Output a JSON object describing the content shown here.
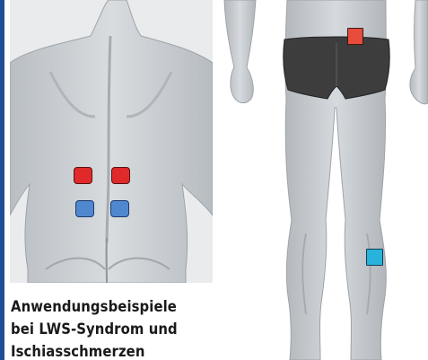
{
  "caption": {
    "line1": "Anwendungsbeispiele",
    "line2": "bei LWS-Syndrom und",
    "line3": "Ischiasschmerzen"
  },
  "colors": {
    "frame_blue": "#1f4e96",
    "pad_red": "#e02a2a",
    "pad_blue": "#4f88cf",
    "pad_cyan": "#28b3dc",
    "skin": "#d2d6da",
    "shorts": "#3d3d3d"
  }
}
